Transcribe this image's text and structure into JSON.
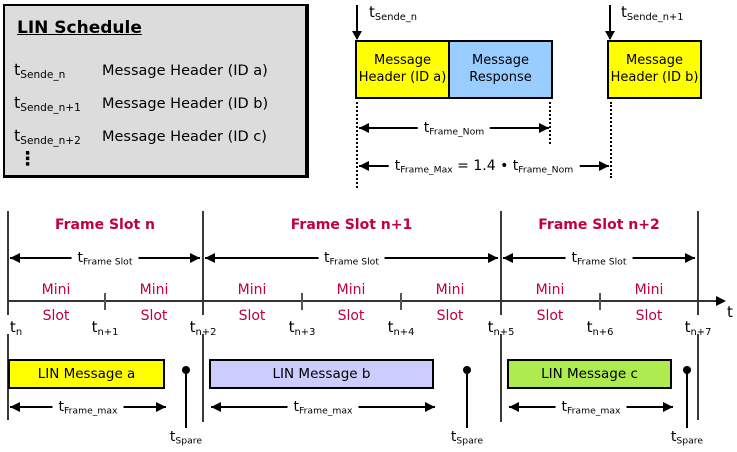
{
  "colors": {
    "crimson": "#C00040",
    "panel_bg": "#DCDCDC",
    "yellow": "#FFFF00",
    "blue": "#99CCFF",
    "lavender": "#CCCCFF",
    "green": "#ADEB4F"
  },
  "schedule": {
    "title": "LIN Schedule",
    "ellipsis": "⋮",
    "rows": [
      {
        "t": "t",
        "sub": "Sende_n",
        "desc": "Message Header (ID a)"
      },
      {
        "t": "t",
        "sub": "Sende_n+1",
        "desc": "Message Header (ID b)"
      },
      {
        "t": "t",
        "sub": "Sende_n+2",
        "desc": "Message Header (ID c)"
      }
    ]
  },
  "top": {
    "send_n": {
      "t": "t",
      "sub": "Sende_n"
    },
    "send_n1": {
      "t": "t",
      "sub": "Sende_n+1"
    },
    "header_a": "Message Header (ID a)",
    "response": "Message Response",
    "header_b": "Message Header (ID b)",
    "frame_nom": {
      "t": "t",
      "sub": "Frame_Nom"
    },
    "frame_max": {
      "t1": "t",
      "sub1": "Frame_Max",
      "eq": " = 1.4 • ",
      "t2": "t",
      "sub2": "Frame_Nom"
    }
  },
  "timeline": {
    "frames": [
      {
        "title": "Frame Slot n"
      },
      {
        "title": "Frame Slot n+1"
      },
      {
        "title": "Frame Slot n+2"
      }
    ],
    "frame_slot_arrow": {
      "t": "t",
      "sub": "Frame Slot"
    },
    "mini": "Mini",
    "slot": "Slot",
    "axis_label": "t",
    "ticks": [
      {
        "t": "t",
        "sub": "n"
      },
      {
        "t": "t",
        "sub": "n+1"
      },
      {
        "t": "t",
        "sub": "n+2"
      },
      {
        "t": "t",
        "sub": "n+3"
      },
      {
        "t": "t",
        "sub": "n+4"
      },
      {
        "t": "t",
        "sub": "n+5"
      },
      {
        "t": "t",
        "sub": "n+6"
      },
      {
        "t": "t",
        "sub": "n+7"
      }
    ]
  },
  "messages": {
    "bars": [
      {
        "label": "LIN Message a",
        "color": "#FFFF00"
      },
      {
        "label": "LIN Message b",
        "color": "#CCCCFF"
      },
      {
        "label": "LIN Message c",
        "color": "#ADEB4F"
      }
    ],
    "frame_max_arrow": {
      "t": "t",
      "sub": "Frame_max"
    },
    "spare": {
      "t": "t",
      "sub": "Spare"
    }
  }
}
